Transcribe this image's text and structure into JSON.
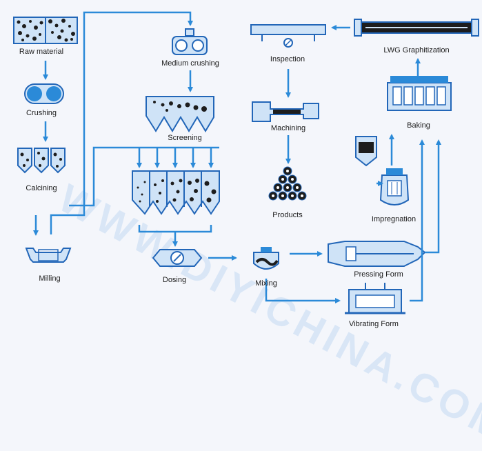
{
  "watermark": "WWW.DIYICHINA.COM",
  "colors": {
    "line": "#2b8ad8",
    "outline": "#2266b8",
    "fill": "#cfe3f7",
    "dark": "#1d1d1d"
  },
  "steps": {
    "raw_material": "Raw material",
    "crushing": "Crushing",
    "calcining": "Calcining",
    "milling": "Milling",
    "medium_crushing": "Medium crushing",
    "screening": "Screening",
    "dosing": "Dosing",
    "mixing": "Mixing",
    "inspection": "Inspection",
    "machining": "Machining",
    "products": "Products",
    "lwg_graphitization": "LWG Graphitization",
    "baking": "Baking",
    "impregnation": "Impregnation",
    "pressing_form": "Pressing Form",
    "vibrating_form": "Vibrating Form"
  }
}
